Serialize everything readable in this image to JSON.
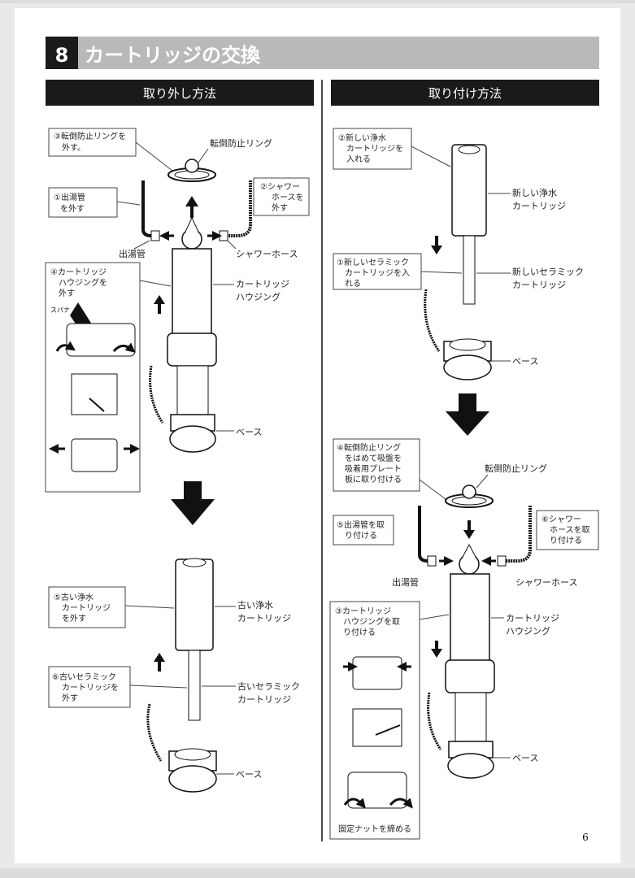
{
  "section": {
    "number": "8",
    "title": "カートリッジの交換"
  },
  "left": {
    "header": "取り外し方法",
    "step3": [
      "③転倒防止リングを",
      "外す。"
    ],
    "ring_label": "転倒防止リング",
    "step1": [
      "①出湯管",
      "を外す"
    ],
    "step2": [
      "②シャワー",
      "ホースを",
      "外す"
    ],
    "outlet_label": "出湯管",
    "shower_label": "シャワーホース",
    "step4": [
      "④カートリッジ",
      "ハウジングを",
      "外す"
    ],
    "spanner": "スパナ",
    "housing_label": [
      "カートリッジ",
      "ハウジング"
    ],
    "base_label": "ベース",
    "step5": [
      "⑤古い浄水",
      "カートリッジ",
      "を外す"
    ],
    "old_cartridge": [
      "古い浄水",
      "カートリッジ"
    ],
    "step6": [
      "⑥古いセラミック",
      "カートリッジを",
      "外す"
    ],
    "old_ceramic": [
      "古いセラミック",
      "カートリッジ"
    ],
    "base_label2": "ベース"
  },
  "right": {
    "header": "取り付け方法",
    "step2": [
      "②新しい浄水",
      "カートリッジを",
      "入れる"
    ],
    "new_cartridge": [
      "新しい浄水",
      "カートリッジ"
    ],
    "step1": [
      "①新しいセラミック",
      "カートリッジを入",
      "れる"
    ],
    "new_ceramic": [
      "新しいセラミック",
      "カートリッジ"
    ],
    "base_label": "ベース",
    "step4": [
      "④転倒防止リング",
      "をはめて吸盤を",
      "吸着用プレート",
      "板に取り付ける"
    ],
    "ring_label": "転倒防止リング",
    "step5": [
      "⑤出湯管を取",
      "り付ける"
    ],
    "step6": [
      "⑥シャワー",
      "ホースを取",
      "り付ける"
    ],
    "outlet_label": "出湯管",
    "shower_label": "シャワーホース",
    "step3": [
      "③カートリッジ",
      "ハウジングを取",
      "り付ける"
    ],
    "housing_label": [
      "カートリッジ",
      "ハウジング"
    ],
    "base_label2": "ベース",
    "fix_nut": "固定ナットを締める"
  },
  "page_number": "6"
}
